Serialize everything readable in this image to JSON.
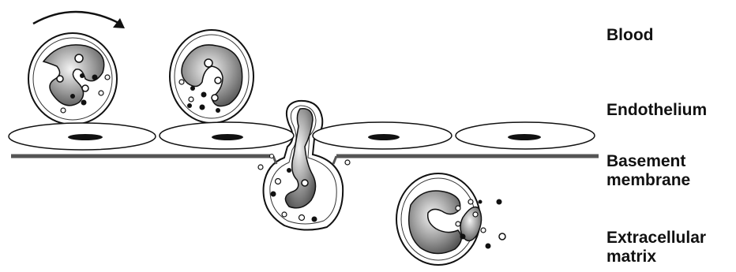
{
  "labels": {
    "blood": "Blood",
    "endothelium": "Endothelium",
    "basement_membrane_line1": "Basement",
    "basement_membrane_line2": "membrane",
    "extracellular_matrix_line1": "Extracellular",
    "extracellular_matrix_line2": "matrix"
  },
  "colors": {
    "ink": "#111111",
    "nucleus_fill": "#8a8a8a",
    "membrane": "#555555",
    "background": "#ffffff"
  }
}
